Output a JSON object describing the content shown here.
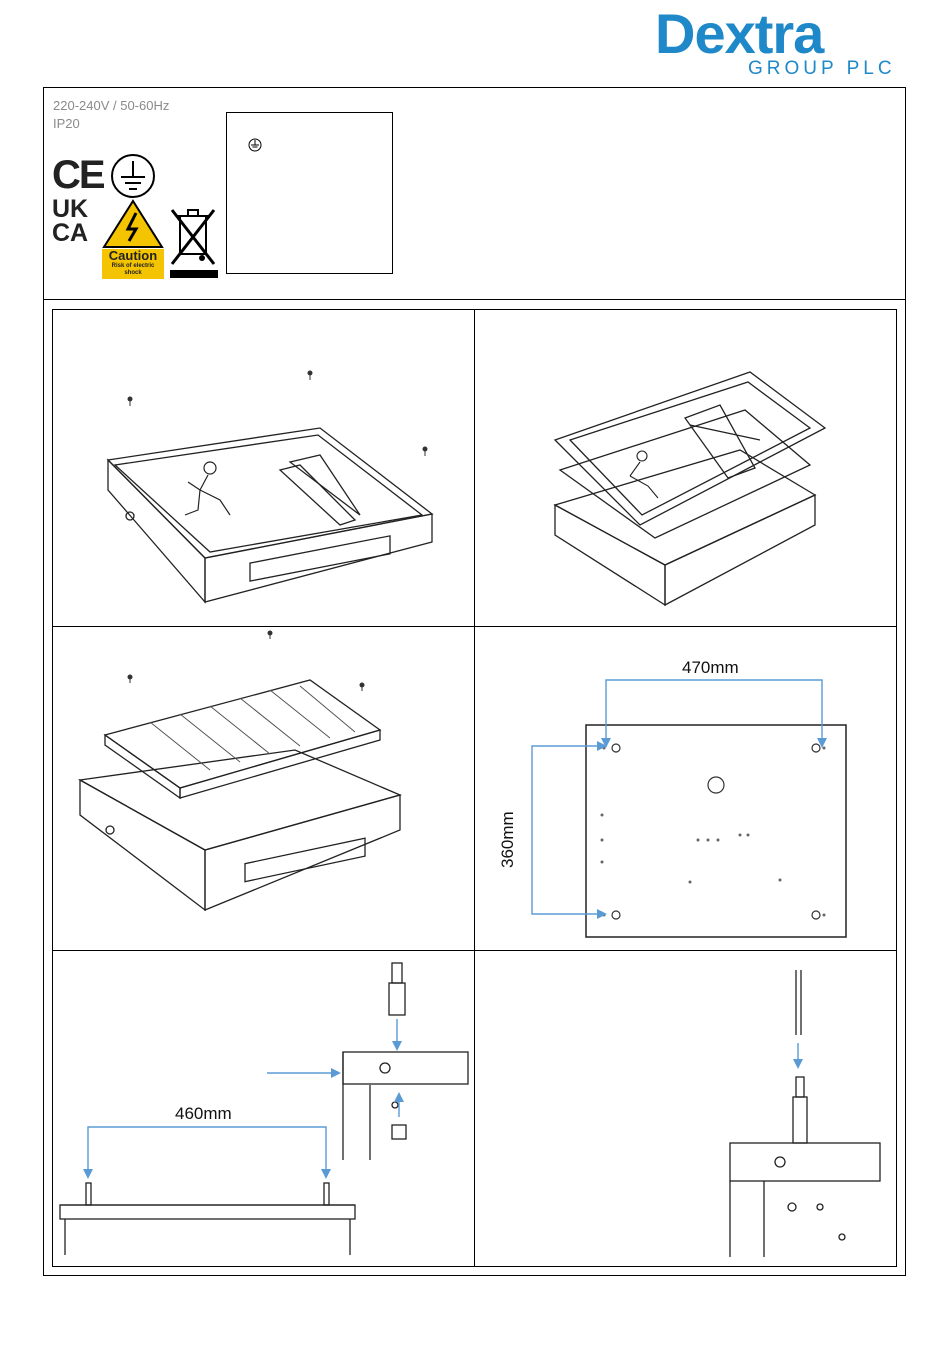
{
  "brand": {
    "name": "Dextra",
    "sub": "GROUP PLC",
    "color": "#1e88c8"
  },
  "specs": {
    "voltage": "220-240V / 50-60Hz",
    "ip_rating": "IP20"
  },
  "symbols": {
    "ce": "CE",
    "uk": "UK",
    "ca": "CA",
    "caution": "Caution",
    "caution_sub1": "Risk of electric",
    "caution_sub2": "shock",
    "icons": [
      "ce-mark-icon",
      "earth-ground-icon",
      "ukca-mark-icon",
      "electric-shock-warning-icon",
      "weee-crossed-bin-icon"
    ]
  },
  "dimensions": {
    "d470": "470mm",
    "d360": "360mm",
    "d460": "460mm"
  },
  "colors": {
    "arrow_blue": "#5b9bd5",
    "caution_yellow": "#f5c400"
  }
}
